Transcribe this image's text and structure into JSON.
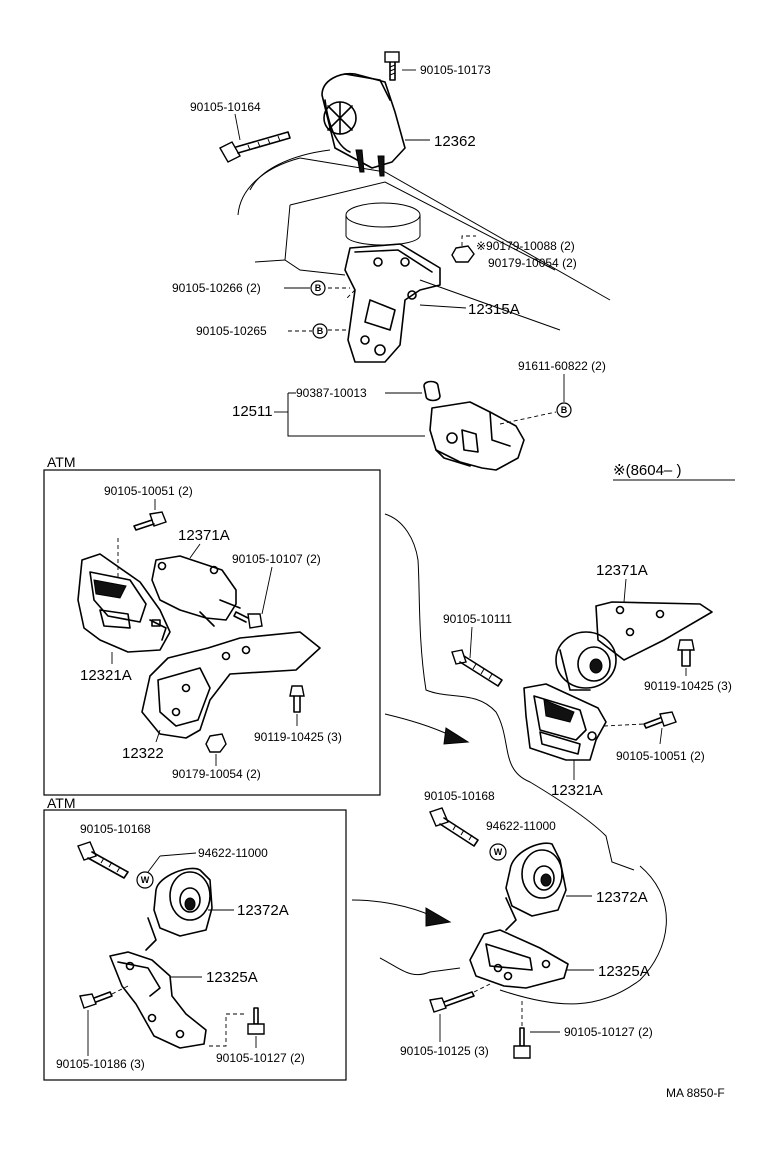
{
  "diagram": {
    "labels": {
      "p_90105_10173": "90105-10173",
      "p_90105_10164": "90105-10164",
      "p_12362": "12362",
      "p_90179_10088": "※90179-10088 (2)",
      "p_90179_10054_top": "90179-10054 (2)",
      "p_90105_10266": "90105-10266 (2)",
      "p_12315A": "12315A",
      "p_90105_10265": "90105-10265",
      "p_91611_60822": "91611-60822 (2)",
      "p_90387_10013": "90387-10013",
      "p_12511": "12511",
      "date_code": "※(8604–        )",
      "atm_label_1": "ATM",
      "p_90105_10051_atm": "90105-10051 (2)",
      "p_12371A_atm": "12371A",
      "p_90105_10107": "90105-10107 (2)",
      "p_12321A_atm": "12321A",
      "p_12322": "12322",
      "p_90119_10425_atm": "90119-10425 (3)",
      "p_90179_10054_atm": "90179-10054 (2)",
      "p_12371A_mt": "12371A",
      "p_90105_10111": "90105-10111",
      "p_90119_10425_mt": "90119-10425 (3)",
      "p_90105_10051_mt": "90105-10051 (2)",
      "p_12321A_mt": "12321A",
      "atm_label_2": "ATM",
      "p_90105_10168_atm": "90105-10168",
      "p_94622_11000_atm": "94622-11000",
      "p_12372A_atm": "12372A",
      "p_12325A_atm": "12325A",
      "p_90105_10186": "90105-10186 (3)",
      "p_90105_10127_atm": "90105-10127 (2)",
      "p_90105_10168_mt": "90105-10168",
      "p_94622_11000_mt": "94622-11000",
      "p_12372A_mt": "12372A",
      "p_12325A_mt": "12325A",
      "p_90105_10125": "90105-10125 (3)",
      "p_90105_10127_mt": "90105-10127 (2)",
      "footer_code": "MA  8850-F"
    },
    "markers": {
      "washer": "W",
      "bolt_ref": "B"
    }
  }
}
